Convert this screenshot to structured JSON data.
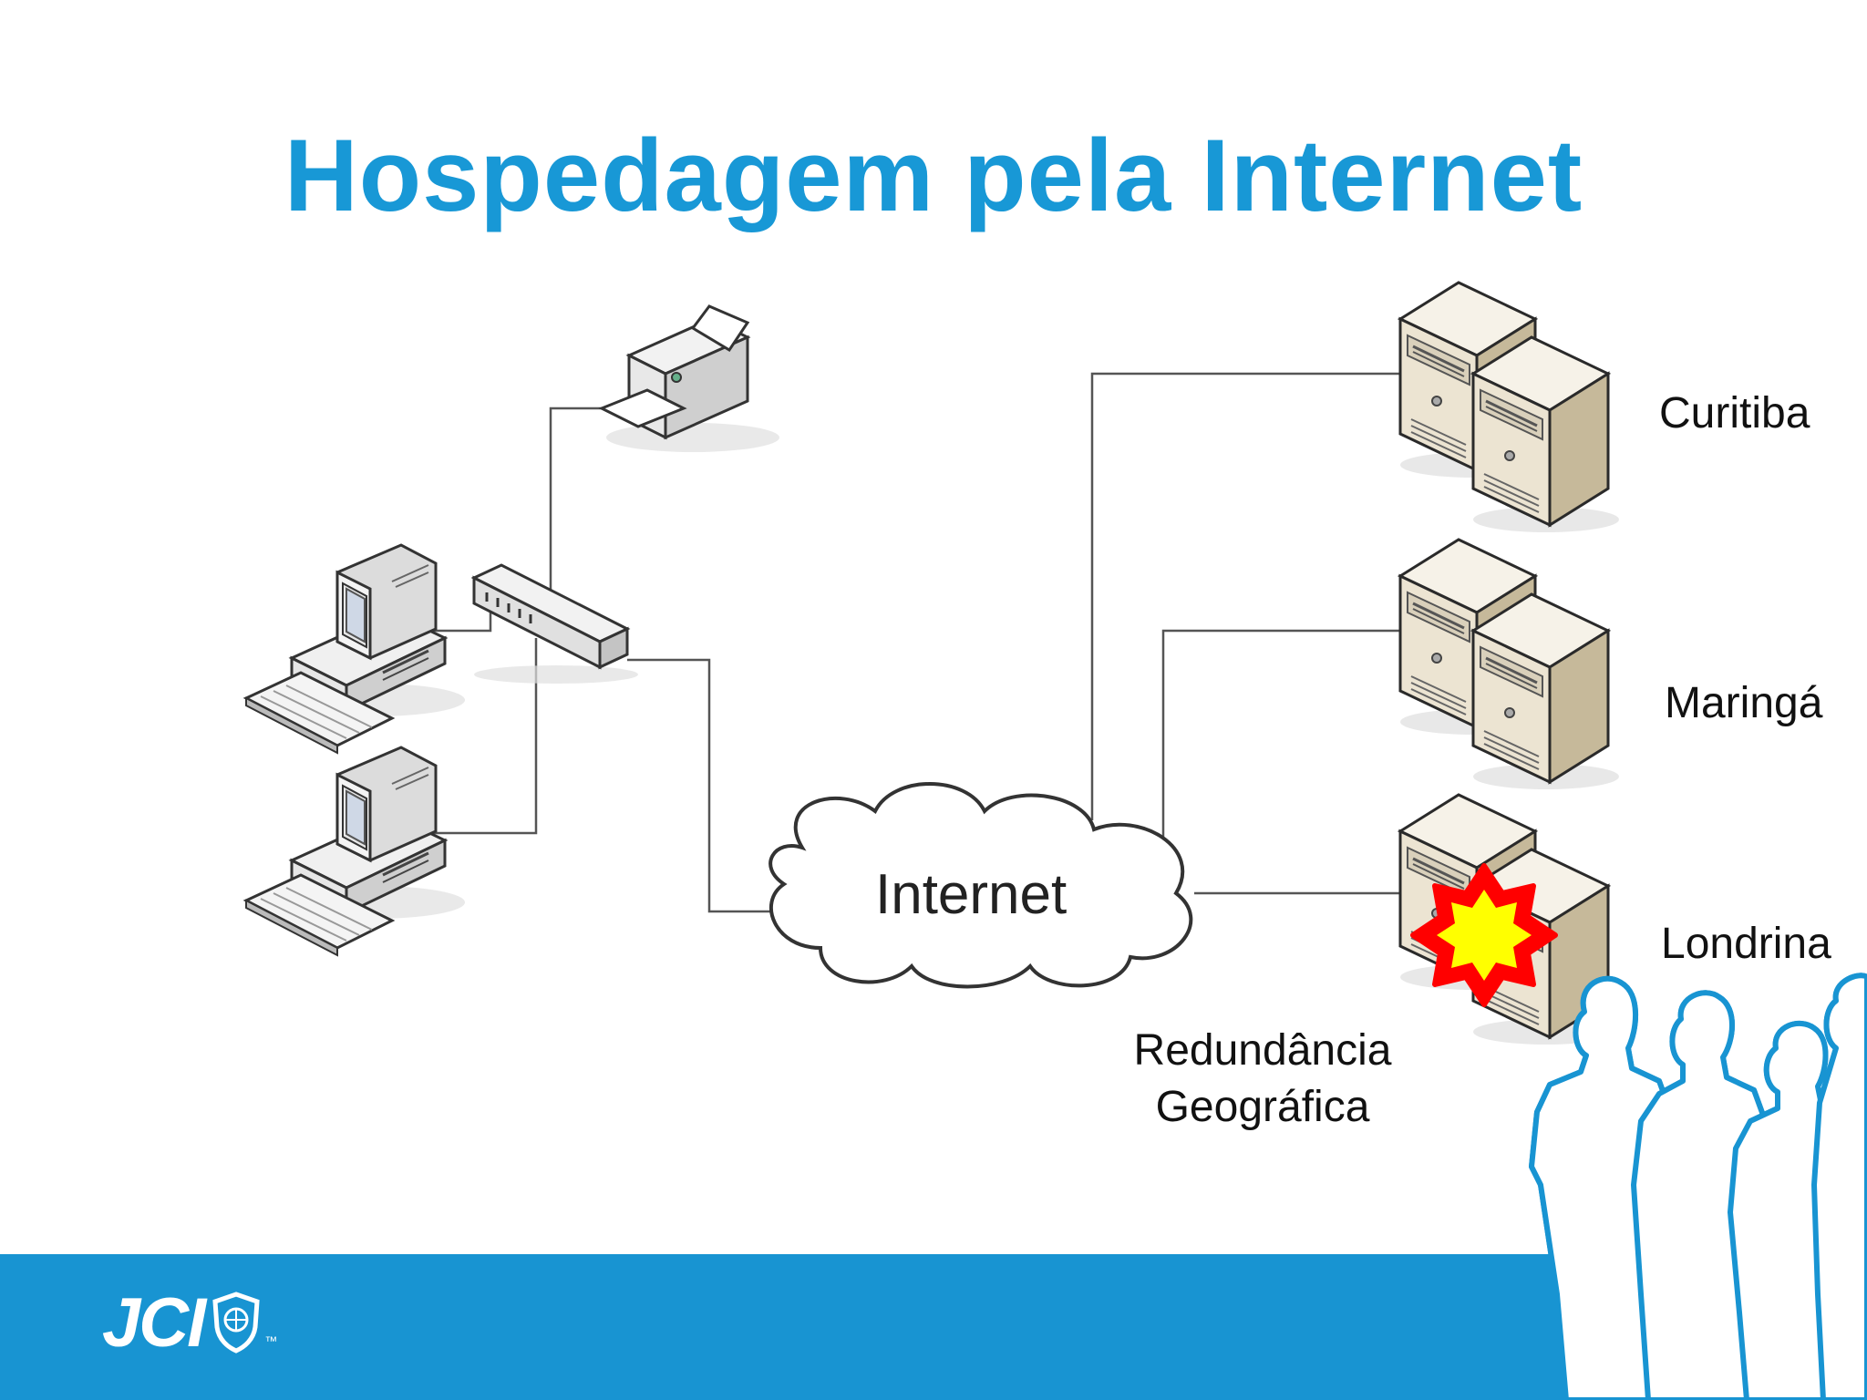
{
  "slide": {
    "title": "Hospedagem pela Internet",
    "cloud_label": "Internet",
    "sites": [
      "Curitiba",
      "Maringá",
      "Londrina"
    ],
    "redundancy_line1": "Redundância",
    "redundancy_line2": "Geográfica"
  },
  "footer": {
    "logo_text": "JCI",
    "logo_tm": "™",
    "color": "#1894d2"
  },
  "colors": {
    "title": "#1898d6",
    "server_front": "#ece4d2",
    "server_side": "#c6b99a",
    "explosion_outer": "#ff0000",
    "explosion_inner": "#ffff00"
  },
  "icons": [
    "printer-icon",
    "switch-icon",
    "computer-icon",
    "keyboard-icon",
    "cloud-icon",
    "server-icon",
    "explosion-icon",
    "people-silhouette-icon"
  ]
}
